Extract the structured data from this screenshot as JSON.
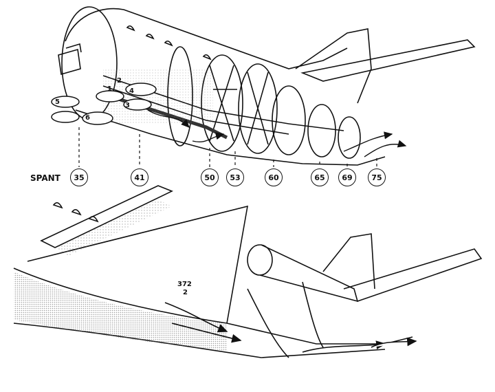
{
  "upper_view": {
    "frame_label": "SPANT",
    "markers": [
      "35",
      "41",
      "50",
      "53",
      "60",
      "65",
      "69",
      "75"
    ],
    "ring_labels": [
      "1",
      "2",
      "3",
      "4",
      "5",
      "6"
    ]
  },
  "lower_view": {
    "callout_top": "372",
    "callout_bottom": "2"
  },
  "colors": {
    "ink": "#111111",
    "shade": "#8a8a8a",
    "paper": "#ffffff"
  }
}
